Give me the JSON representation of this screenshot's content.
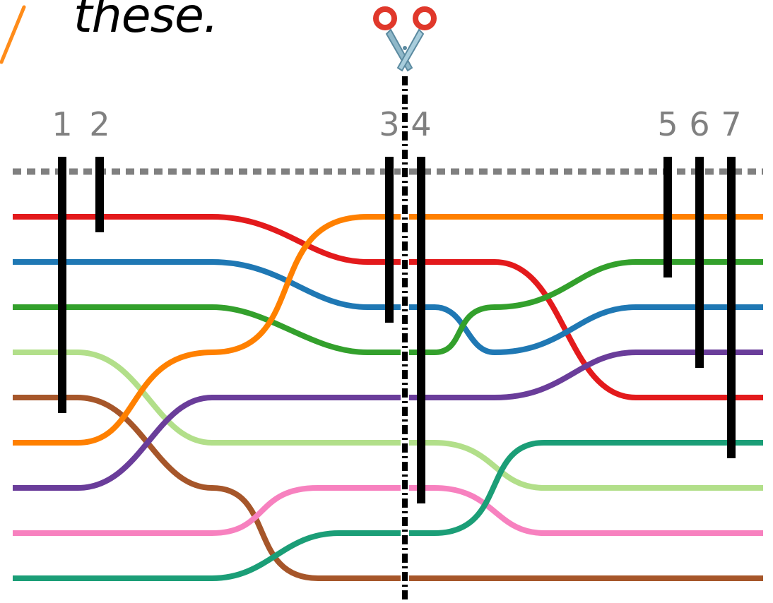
{
  "caption": "these.",
  "icons": {
    "scissors": "scissors-icon"
  },
  "cut_labels": [
    "1",
    "2",
    "3",
    "4",
    "5",
    "6",
    "7"
  ],
  "colors": {
    "red": "#e31a1c",
    "blue": "#1f78b4",
    "green": "#33a02c",
    "light_green": "#b2df8a",
    "brown": "#a6562a",
    "orange": "#ff8000",
    "purple": "#6a3d9a",
    "pink": "#f781bf",
    "teal": "#1b9e77",
    "accent_orange": "#ff8c1a",
    "separator_gray": "#808080",
    "cut_black": "#000000"
  },
  "strands": [
    {
      "id": "red",
      "color_key": "red"
    },
    {
      "id": "blue",
      "color_key": "blue"
    },
    {
      "id": "green",
      "color_key": "green"
    },
    {
      "id": "light-green",
      "color_key": "light_green"
    },
    {
      "id": "brown",
      "color_key": "brown"
    },
    {
      "id": "orange",
      "color_key": "orange"
    },
    {
      "id": "purple",
      "color_key": "purple"
    },
    {
      "id": "pink",
      "color_key": "pink"
    },
    {
      "id": "teal",
      "color_key": "teal"
    }
  ]
}
